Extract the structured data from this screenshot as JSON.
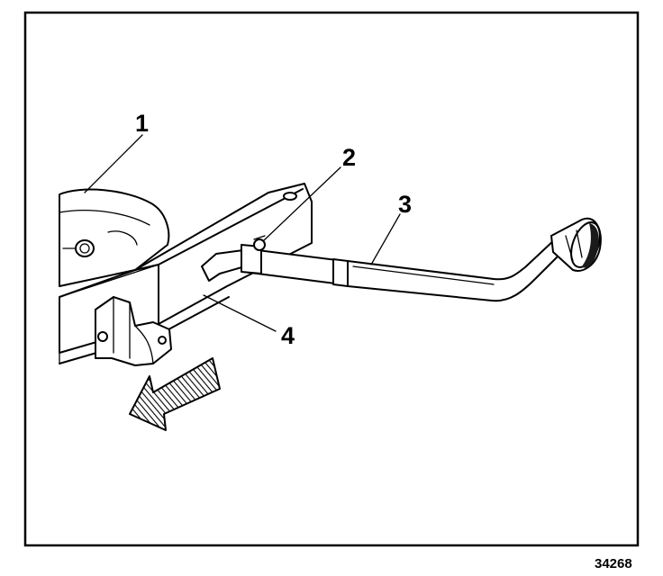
{
  "figure": {
    "number": "34268",
    "callouts": [
      {
        "id": "1",
        "label": "1"
      },
      {
        "id": "2",
        "label": "2"
      },
      {
        "id": "3",
        "label": "3"
      },
      {
        "id": "4",
        "label": "4"
      }
    ]
  }
}
